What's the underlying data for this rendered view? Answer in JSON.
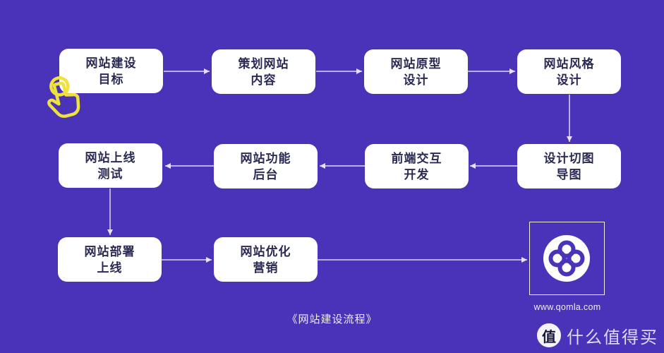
{
  "title": "网站建设流程图",
  "colors": {
    "background": "#4B33B9",
    "node_fill": "#FFFFFF",
    "node_text": "#2A2A55",
    "connector": "#DCD7F0",
    "cursor_yellow": "#EFE23E",
    "logo_purple": "#4A33B9"
  },
  "icons": {
    "cursor": "tap-hand-icon",
    "logo": "qomla-clover-logo",
    "watermark_badge": "zhi-circle-icon"
  },
  "flow": {
    "caption": "《网站建设流程》",
    "nodes": [
      {
        "id": "goal",
        "line1": "网站建设",
        "line2": "目标"
      },
      {
        "id": "plan",
        "line1": "策划网站",
        "line2": "内容"
      },
      {
        "id": "prototype",
        "line1": "网站原型",
        "line2": "设计"
      },
      {
        "id": "style",
        "line1": "网站风格",
        "line2": "设计"
      },
      {
        "id": "test",
        "line1": "网站上线",
        "line2": "测试"
      },
      {
        "id": "backend",
        "line1": "网站功能",
        "line2": "后台"
      },
      {
        "id": "frontend",
        "line1": "前端交互",
        "line2": "开发"
      },
      {
        "id": "slicing",
        "line1": "设计切图",
        "line2": "导图"
      },
      {
        "id": "deploy",
        "line1": "网站部署",
        "line2": "上线"
      },
      {
        "id": "marketing",
        "line1": "网站优化",
        "line2": "营销"
      }
    ],
    "connections": [
      "goal→plan",
      "plan→prototype",
      "prototype→style",
      "style→slicing",
      "slicing→frontend",
      "frontend→backend",
      "backend→test",
      "test→deploy",
      "deploy→marketing",
      "marketing→logo"
    ]
  },
  "logo": {
    "url_text": "www.qomla.com"
  },
  "watermark": {
    "badge": "值",
    "text": "什么值得买"
  }
}
